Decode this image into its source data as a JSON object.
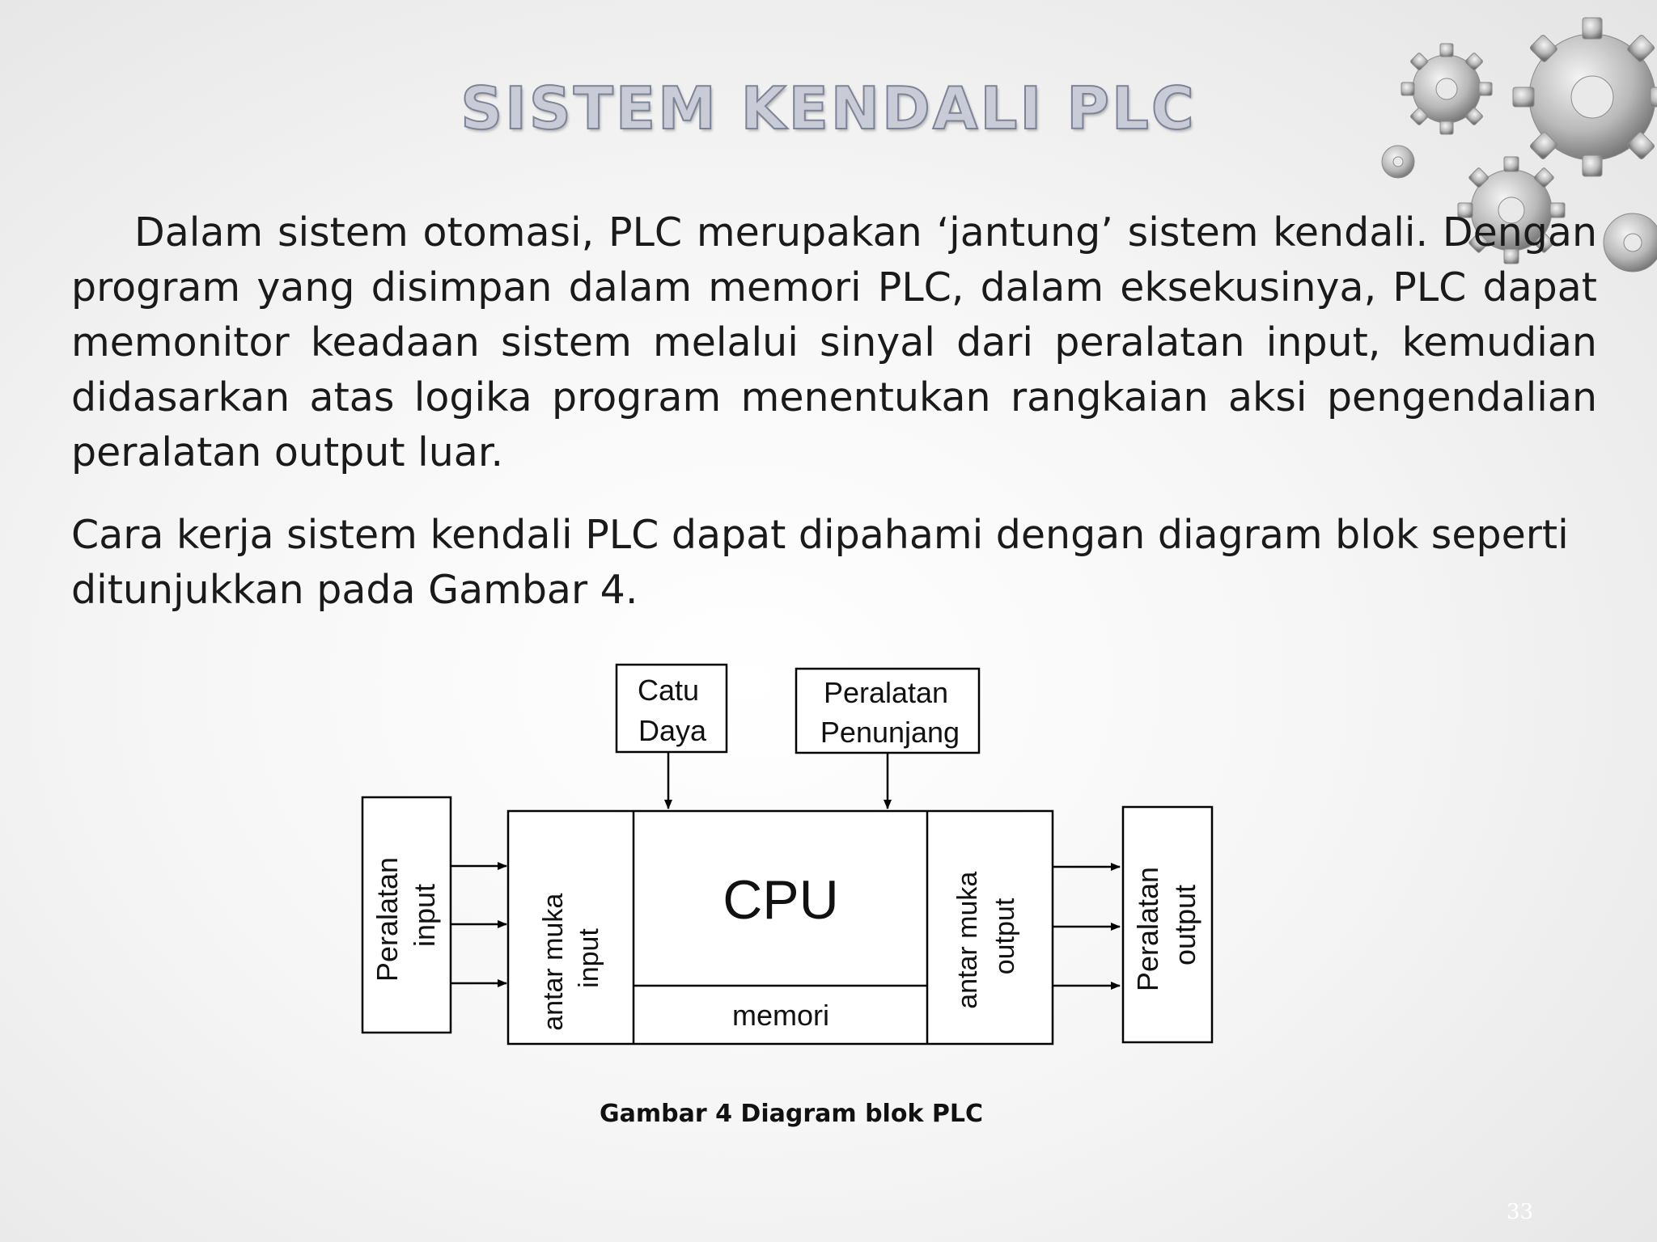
{
  "title": "SISTEM KENDALI PLC",
  "paragraph1": "Dalam sistem otomasi, PLC merupakan ‘jantung’ sistem kendali. Dengan program yang disimpan dalam memori PLC, dalam eksekusinya, PLC dapat memonitor keadaan sistem melalui sinyal dari peralatan input, kemudian didasarkan atas logika program menentukan rangkaian aksi pengendalian peralatan output luar.",
  "paragraph2": "Cara kerja sistem kendali PLC dapat dipahami dengan diagram blok seperti ditunjukkan pada Gambar 4.",
  "diagram": {
    "catu_daya": [
      "Catu",
      "Daya"
    ],
    "peralatan_penunjang": [
      "Peralatan",
      "Penunjang"
    ],
    "peralatan_input": [
      "Peralatan",
      "input"
    ],
    "antar_muka_input": [
      "antar muka",
      "input"
    ],
    "cpu": "CPU",
    "memori": "memori",
    "antar_muka_output": [
      "antar muka",
      "output"
    ],
    "peralatan_output": [
      "Peralatan",
      "output"
    ]
  },
  "caption": "Gambar 4 Diagram blok PLC",
  "page_number": "33"
}
